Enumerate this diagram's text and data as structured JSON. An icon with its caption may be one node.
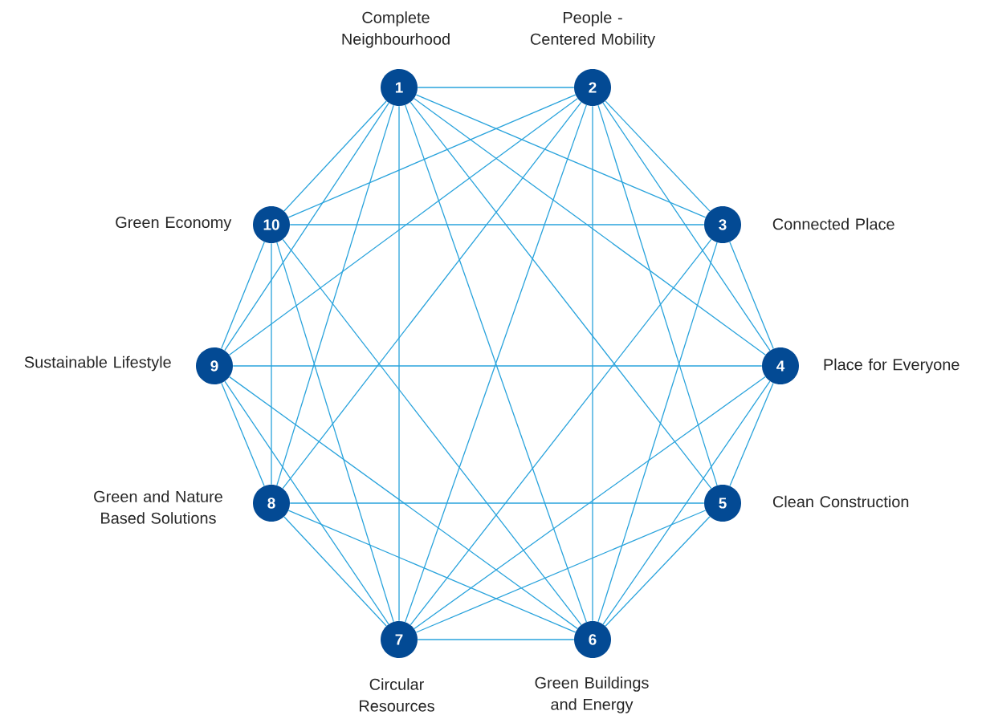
{
  "diagram": {
    "nodes": [
      {
        "text": [
          "Complete Neighbourhood",
          "1"
        ]
      },
      {
        "text": [
          "People - Centered Mobility",
          "2"
        ]
      },
      {
        "text": [
          "3",
          "Connected Place"
        ]
      },
      {
        "text": [
          "4",
          "Place for Everyone"
        ]
      },
      {
        "text": [
          "5",
          "Clean Construction"
        ]
      },
      {
        "text": [
          "6",
          "Green Buildings and Energy"
        ]
      },
      {
        "text": [
          "7",
          "Circular Resources"
        ]
      },
      {
        "text": [
          "Green and Nature Based Solutions",
          "8"
        ]
      },
      {
        "text": [
          "Sustainable Lifestyle",
          "9"
        ]
      },
      {
        "text": [
          "Green Economy",
          "10"
        ]
      }
    ],
    "edges": [
      {
        "from": 0,
        "to": 1,
        "arrow": "none"
      },
      {
        "from": 0,
        "to": 2,
        "arrow": "none"
      },
      {
        "from": 0,
        "to": 3,
        "arrow": "none"
      },
      {
        "from": 0,
        "to": 4,
        "arrow": "none"
      },
      {
        "from": 0,
        "to": 5,
        "arrow": "none"
      },
      {
        "from": 0,
        "to": 6,
        "arrow": "none"
      },
      {
        "from": 0,
        "to": 7,
        "arrow": "none"
      },
      {
        "from": 0,
        "to": 8,
        "arrow": "none"
      },
      {
        "from": 0,
        "to": 9,
        "arrow": "none"
      },
      {
        "from": 1,
        "to": 2,
        "arrow": "none"
      },
      {
        "from": 1,
        "to": 3,
        "arrow": "none"
      },
      {
        "from": 1,
        "to": 4,
        "arrow": "none"
      },
      {
        "from": 1,
        "to": 5,
        "arrow": "none"
      },
      {
        "from": 1,
        "to": 6,
        "arrow": "none"
      },
      {
        "from": 1,
        "to": 7,
        "arrow": "none"
      },
      {
        "from": 1,
        "to": 8,
        "arrow": "none"
      },
      {
        "from": 1,
        "to": 9,
        "arrow": "none"
      },
      {
        "from": 2,
        "to": 3,
        "arrow": "none"
      },
      {
        "from": 2,
        "to": 5,
        "arrow": "none"
      },
      {
        "from": 2,
        "to": 6,
        "arrow": "none"
      },
      {
        "from": 2,
        "to": 9,
        "arrow": "none"
      },
      {
        "from": 3,
        "to": 4,
        "arrow": "none"
      },
      {
        "from": 3,
        "to": 5,
        "arrow": "none"
      },
      {
        "from": 3,
        "to": 6,
        "arrow": "none"
      },
      {
        "from": 3,
        "to": 8,
        "arrow": "none"
      },
      {
        "from": 4,
        "to": 5,
        "arrow": "none"
      },
      {
        "from": 4,
        "to": 6,
        "arrow": "none"
      },
      {
        "from": 4,
        "to": 7,
        "arrow": "none"
      },
      {
        "from": 5,
        "to": 6,
        "arrow": "none"
      },
      {
        "from": 5,
        "to": 7,
        "arrow": "none"
      },
      {
        "from": 5,
        "to": 8,
        "arrow": "none"
      },
      {
        "from": 5,
        "to": 9,
        "arrow": "none"
      },
      {
        "from": 6,
        "to": 7,
        "arrow": "none"
      },
      {
        "from": 6,
        "to": 8,
        "arrow": "none"
      },
      {
        "from": 6,
        "to": 9,
        "arrow": "none"
      },
      {
        "from": 7,
        "to": 8,
        "arrow": "none"
      },
      {
        "from": 7,
        "to": 9,
        "arrow": "none"
      },
      {
        "from": 8,
        "to": 9,
        "arrow": "none"
      }
    ]
  }
}
